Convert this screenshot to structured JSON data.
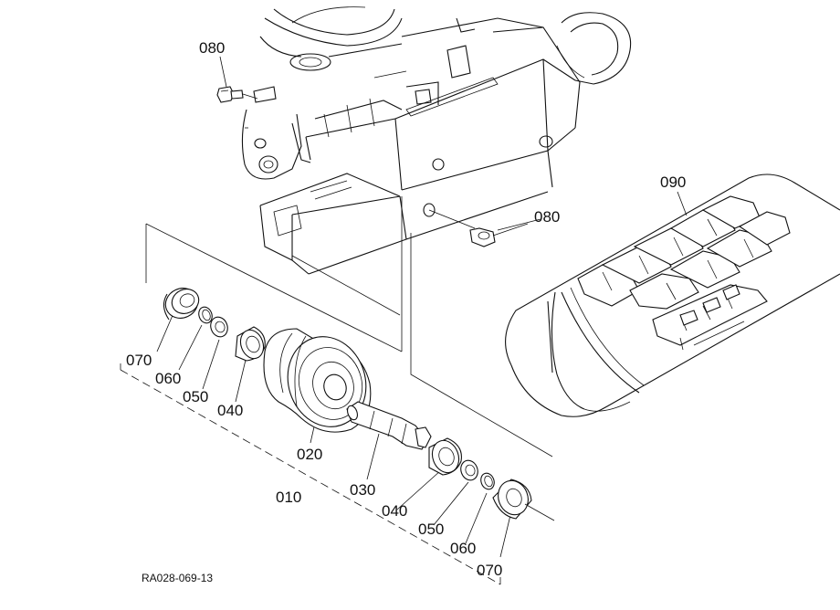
{
  "diagram": {
    "drawing_code": "RA028-069-13",
    "callouts": {
      "bolt_top": "080",
      "bolt_right": "080",
      "track": "090",
      "seal_left": "070",
      "snap_ring_left": "060",
      "collar_left": "050",
      "bearing_left": "040",
      "roller": "020",
      "shaft": "030",
      "assembly": "010",
      "bearing_right": "040",
      "collar_right": "050",
      "snap_ring_right": "060",
      "seal_right": "070"
    }
  }
}
